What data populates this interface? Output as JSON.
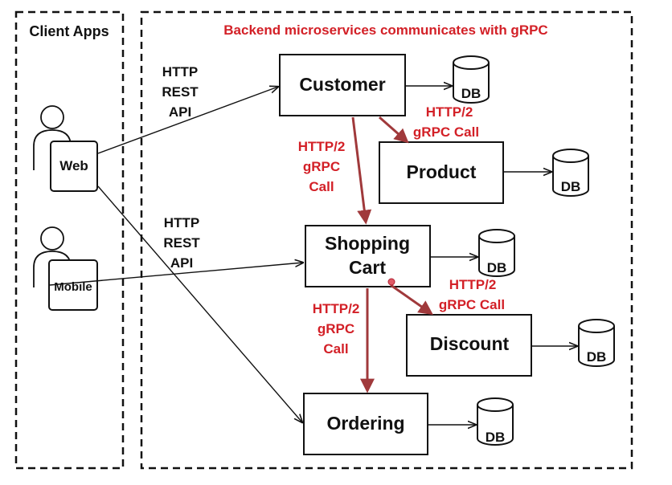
{
  "client_panel": {
    "title": "Client Apps"
  },
  "backend_panel": {
    "title": "Backend microservices communicates with gRPC"
  },
  "clients": {
    "web": "Web",
    "mobile": "Mobile"
  },
  "services": {
    "customer": "Customer",
    "product": "Product",
    "shopping_cart_line1": "Shopping",
    "shopping_cart_line2": "Cart",
    "discount": "Discount",
    "ordering": "Ordering"
  },
  "database_label": "DB",
  "http_rest_labels": {
    "top": [
      "HTTP",
      "REST",
      "API"
    ],
    "bottom": [
      "HTTP",
      "REST",
      "API"
    ]
  },
  "grpc_labels": {
    "customer_product": [
      "HTTP/2",
      "gRPC Call"
    ],
    "customer_cart": [
      "HTTP/2",
      "gRPC",
      "Call"
    ],
    "cart_discount": [
      "HTTP/2",
      "gRPC Call"
    ],
    "cart_ordering": [
      "HTTP/2",
      "gRPC",
      "Call"
    ]
  },
  "colors": {
    "grpc_arrow": "#a0393b",
    "grpc_text": "#d32027",
    "outline": "#111111"
  }
}
